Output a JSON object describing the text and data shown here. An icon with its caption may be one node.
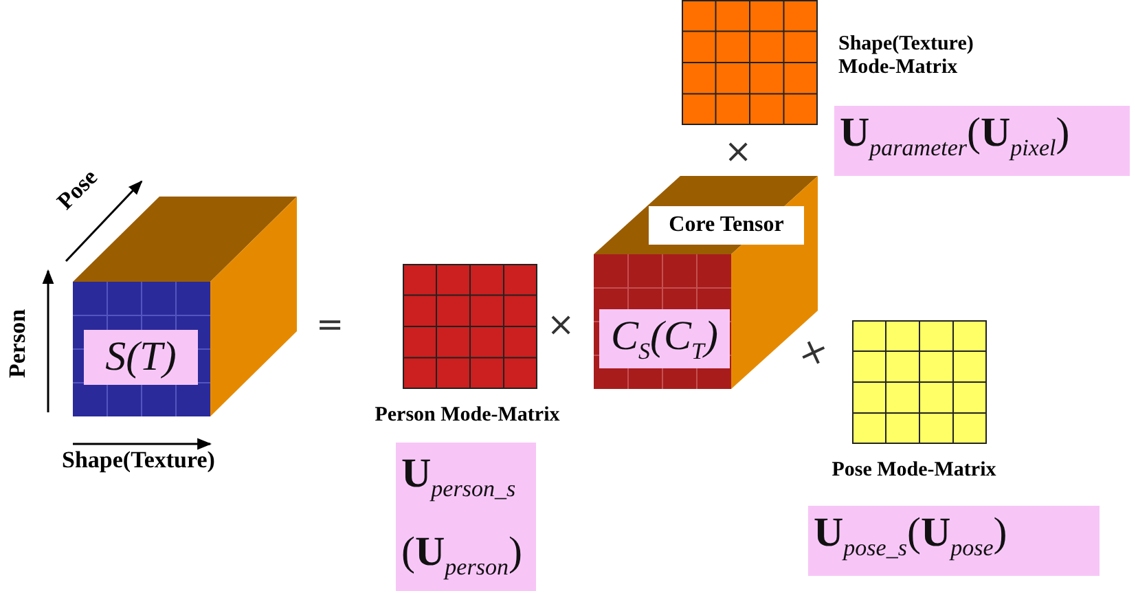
{
  "diagram": {
    "nodes": [
      {
        "text": [
          "S(T)"
        ]
      },
      {
        "text": [],
        "shape": "box",
        "beside": [
          "Person Mode-Matrix",
          "**U**$_{person_s}$ (**U**$_{person}$)"
        ]
      },
      {
        "text": [
          "Core Tensor",
          "C$_{S}$(C$_{T}$)"
        ]
      },
      {
        "text": [],
        "shape": "box",
        "beside": [
          "Shape(Texture) Mode-Matrix",
          "**U**$_{parameter}$(**U**$_{pixel}$)"
        ]
      },
      {
        "text": [],
        "shape": "box",
        "beside": [
          "Pose Mode-Matrix",
          "**U**$_{pose_s}$(**U**$_{pose}$)"
        ]
      }
    ],
    "labels": [
      "Pose",
      "Person",
      "Shape(Texture)",
      "=",
      "×",
      "×",
      "×"
    ]
  }
}
